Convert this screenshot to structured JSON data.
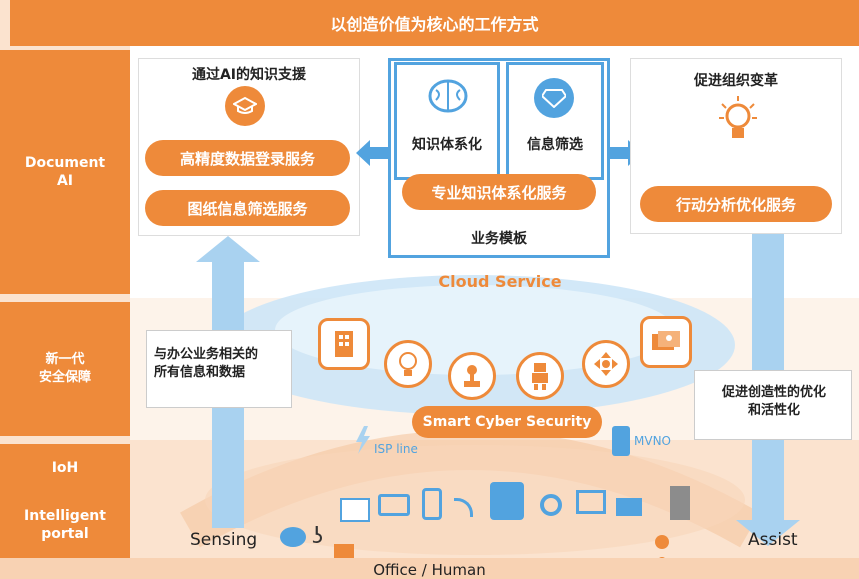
{
  "header": {
    "title": "以创造价值为核心的工作方式"
  },
  "sidebar": {
    "document_ai": "Document\nAI",
    "security": "新一代\n安全保障",
    "ioh": "IoH",
    "portal": "Intelligent\nportal"
  },
  "left_box": {
    "title": "通过AI的知识支援",
    "service1": "高精度数据登录服务",
    "service2": "图纸信息筛选服务"
  },
  "center_box": {
    "tile1": "知识体系化",
    "tile2": "信息筛选",
    "service": "专业知识体系化服务",
    "template": "业务模板"
  },
  "right_box": {
    "title": "促进组织变革",
    "service": "行动分析优化服务"
  },
  "cloud": {
    "label": "Cloud Service",
    "security": "Smart Cyber Security"
  },
  "left_info": "与办公业务相关的\n所有信息和数据",
  "right_info": "促进创造性的优化\n和活性化",
  "network": {
    "isp": "ISP line",
    "mvno": "MVNO"
  },
  "bottom": {
    "sensing": "Sensing",
    "assist": "Assist",
    "footer": "Office / Human"
  },
  "colors": {
    "orange": "#ee8a3a",
    "blue": "#52a3df",
    "light_blue": "#a9d2f0",
    "peach": "#fbe3cf"
  }
}
